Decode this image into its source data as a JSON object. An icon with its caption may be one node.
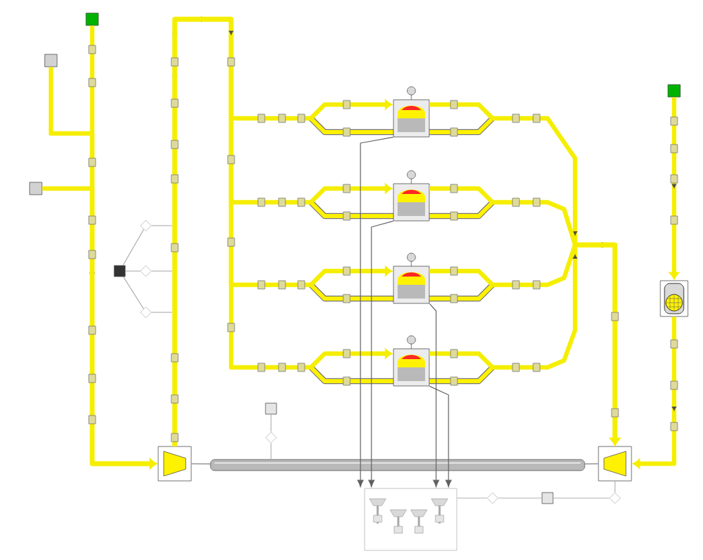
{
  "diagram": {
    "nodes": [
      {
        "text": [],
        "shape": "box"
      },
      {
        "text": [],
        "shape": "box"
      },
      {
        "text": [],
        "shape": "trapezoid"
      },
      {
        "text": [],
        "shape": "trapezoid"
      },
      {
        "text": [],
        "shape": "cylinder"
      },
      {
        "text": [],
        "shape": "picture"
      },
      {
        "text": [],
        "shape": "tank"
      },
      {
        "text": [],
        "shape": "tank"
      },
      {
        "text": [],
        "shape": "tank"
      },
      {
        "text": [],
        "shape": "tank"
      },
      {
        "text": [],
        "shape": "vessel"
      },
      {
        "text": [],
        "shape": "box"
      },
      {
        "text": [],
        "shape": "diamond"
      },
      {
        "text": [],
        "shape": "diamond"
      },
      {
        "text": [],
        "shape": "diamond"
      },
      {
        "text": [],
        "shape": "diamond"
      },
      {
        "text": [],
        "shape": "box"
      },
      {
        "text": [],
        "shape": "diamond"
      },
      {
        "text": [],
        "shape": "box"
      },
      {
        "text": [],
        "shape": "diamond"
      },
      {
        "text": [],
        "shape": "box"
      },
      {
        "text": [],
        "shape": "box"
      }
    ],
    "edges": [
      {
        "from": 0,
        "to": 2,
        "arrow": "to",
        "style": "thick",
        "color": "#f5ee00"
      },
      {
        "from": 20,
        "to": 2,
        "arrow": "to",
        "style": "thick",
        "color": "#f5ee00"
      },
      {
        "from": 21,
        "to": 2,
        "arrow": "to",
        "style": "thick",
        "color": "#f5ee00"
      },
      {
        "from": 2,
        "to": 6,
        "arrow": "to",
        "style": "thick",
        "color": "#f5ee00"
      },
      {
        "from": 2,
        "to": 7,
        "arrow": "to",
        "style": "thick",
        "color": "#f5ee00"
      },
      {
        "from": 2,
        "to": 8,
        "arrow": "to",
        "style": "thick",
        "color": "#f5ee00"
      },
      {
        "from": 2,
        "to": 9,
        "arrow": "to",
        "style": "thick",
        "color": "#f5ee00"
      },
      {
        "from": 6,
        "to": 3,
        "arrow": "to",
        "style": "thick",
        "color": "#f5ee00"
      },
      {
        "from": 7,
        "to": 3,
        "arrow": "to",
        "style": "thick",
        "color": "#f5ee00"
      },
      {
        "from": 8,
        "to": 3,
        "arrow": "to",
        "style": "thick",
        "color": "#f5ee00"
      },
      {
        "from": 9,
        "to": 3,
        "arrow": "to",
        "style": "thick",
        "color": "#f5ee00"
      },
      {
        "from": 1,
        "to": 10,
        "arrow": "to",
        "style": "thick",
        "color": "#f5ee00"
      },
      {
        "from": 10,
        "to": 3,
        "arrow": "to",
        "style": "thick",
        "color": "#f5ee00"
      },
      {
        "from": 2,
        "to": 4,
        "arrow": "none",
        "color": "#808080"
      },
      {
        "from": 3,
        "to": 4,
        "arrow": "none",
        "color": "#808080"
      },
      {
        "from": 11,
        "to": 12,
        "arrow": "none",
        "color": "#b0b0b0"
      },
      {
        "from": 11,
        "to": 13,
        "arrow": "none",
        "color": "#b0b0b0"
      },
      {
        "from": 11,
        "to": 14,
        "arrow": "none",
        "color": "#b0b0b0"
      },
      {
        "from": 12,
        "to": null,
        "arrow": "none",
        "color": "#b0b0b0"
      },
      {
        "from": 13,
        "to": null,
        "arrow": "none",
        "color": "#b0b0b0"
      },
      {
        "from": 14,
        "to": null,
        "arrow": "none",
        "color": "#b0b0b0"
      },
      {
        "from": 16,
        "to": 15,
        "arrow": "none",
        "color": "#b0b0b0"
      },
      {
        "from": 15,
        "to": 4,
        "arrow": "none",
        "color": "#b0b0b0"
      },
      {
        "from": 6,
        "to": 5,
        "arrow": "to",
        "color": "#606060"
      },
      {
        "from": 7,
        "to": 5,
        "arrow": "to",
        "color": "#606060"
      },
      {
        "from": 8,
        "to": 5,
        "arrow": "to",
        "color": "#606060"
      },
      {
        "from": 9,
        "to": 5,
        "arrow": "to",
        "color": "#606060"
      },
      {
        "from": 5,
        "to": 17,
        "arrow": "none",
        "color": "#b0b0b0"
      },
      {
        "from": 17,
        "to": 18,
        "arrow": "none",
        "color": "#b0b0b0"
      },
      {
        "from": 18,
        "to": 19,
        "arrow": "none",
        "color": "#b0b0b0"
      },
      {
        "from": 19,
        "to": 3,
        "arrow": "none",
        "color": "#b0b0b0"
      }
    ]
  }
}
